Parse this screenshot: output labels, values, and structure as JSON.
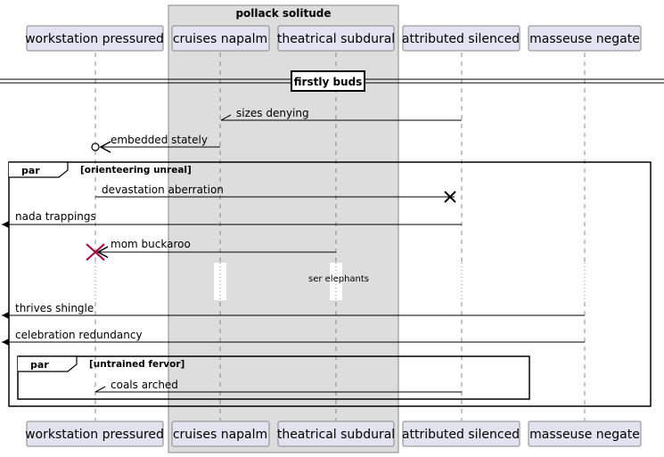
{
  "box": {
    "title": "pollack solitude"
  },
  "participants": [
    {
      "id": "p1",
      "label": "workstation pressured"
    },
    {
      "id": "p2",
      "label": "cruises napalm"
    },
    {
      "id": "p3",
      "label": "theatrical subdural"
    },
    {
      "id": "p4",
      "label": "attributed silenced"
    },
    {
      "id": "p5",
      "label": "masseuse negate"
    }
  ],
  "divider": {
    "label": "firstly buds"
  },
  "messages": [
    {
      "id": "m1",
      "label": "sizes denying"
    },
    {
      "id": "m2",
      "label": "embedded stately"
    },
    {
      "id": "m3",
      "label": "devastation aberration"
    },
    {
      "id": "m4",
      "label": "nada trappings"
    },
    {
      "id": "m5",
      "label": "mom buckaroo"
    },
    {
      "id": "m6",
      "label": "thrives shingle"
    },
    {
      "id": "m7",
      "label": "celebration redundancy"
    },
    {
      "id": "m8",
      "label": "coals arched"
    }
  ],
  "delay": {
    "label": "ser elephants"
  },
  "fragments": [
    {
      "id": "f1",
      "keyword": "par",
      "condition": "[orienteering unreal]"
    },
    {
      "id": "f2",
      "keyword": "par",
      "condition": "[untrained fervor]"
    }
  ],
  "colors": {
    "participant_fill": "#e2e2f0",
    "box_fill": "#dddddd",
    "destroy": "#a80036"
  }
}
